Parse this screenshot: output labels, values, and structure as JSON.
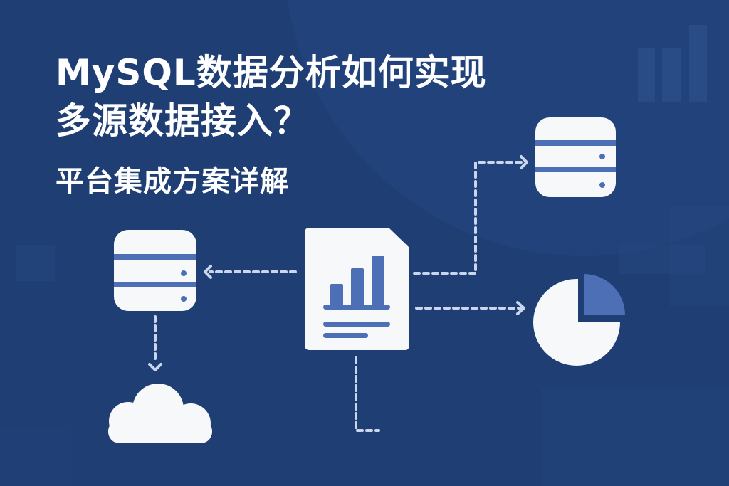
{
  "title": {
    "line1": "MySQL数据分析如何实现",
    "line2": "多源数据接入？",
    "subtitle": "平台集成方案详解"
  },
  "colors": {
    "background": "#1f3e74",
    "icon_fill": "#f7f8fa",
    "accent": "#4c6fb5",
    "dash": "#c9d6ee"
  },
  "icons": [
    "database-icon",
    "report-chart-icon",
    "pie-chart-icon",
    "cloud-icon",
    "bar-chart-decoration-icon"
  ]
}
